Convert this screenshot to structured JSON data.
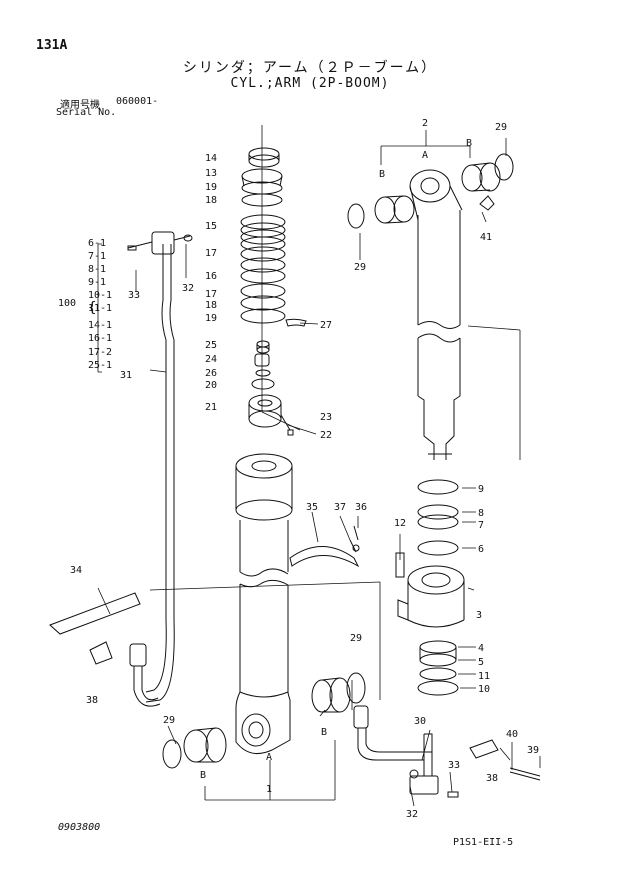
{
  "header": {
    "page_id": "131A",
    "title_jp": "シリンダ；アーム（２Ｐ－ブーム）",
    "title_en": "CYL.;ARM (2P-BOOM)",
    "serial_label_jp": "適用号機",
    "serial_value": "060001-",
    "serial_label_en": "Serial No."
  },
  "footer": {
    "doc_code": "0903800",
    "page_ref": "P1S1-EII-5"
  },
  "kit": {
    "label": "100",
    "items": [
      "6-1",
      "7-1",
      "8-1",
      "9-1",
      "10-1",
      "11-1",
      "14-1",
      "16-1",
      "17-2",
      "25-1"
    ]
  },
  "callouts": {
    "c14": "14",
    "c13": "13",
    "c19a": "19",
    "c18a": "18",
    "c15": "15",
    "c17a": "17",
    "c16": "16",
    "c17b": "17",
    "c18b": "18",
    "c19b": "19",
    "c25": "25",
    "c24": "24",
    "c26": "26",
    "c20": "20",
    "c21": "21",
    "c23": "23",
    "c22": "22",
    "c27": "27",
    "c33a": "33",
    "c32a": "32",
    "c31": "31",
    "c34": "34",
    "c38a": "38",
    "c35": "35",
    "c37": "37",
    "c36": "36",
    "c29a": "29",
    "c29b": "29",
    "c29c": "29",
    "c29d": "29",
    "c41": "41",
    "c2": "2",
    "cA1": "A",
    "cB1": "B",
    "cB2": "B",
    "c9": "9",
    "c8": "8",
    "c7": "7",
    "c6": "6",
    "c12": "12",
    "c3": "3",
    "c4": "4",
    "c5": "5",
    "c11": "11",
    "c10": "10",
    "c30": "30",
    "c40": "40",
    "c39": "39",
    "c38b": "38",
    "c33b": "33",
    "c32b": "32",
    "cA2": "A",
    "cB3": "B",
    "cB4": "B",
    "c1": "1"
  }
}
